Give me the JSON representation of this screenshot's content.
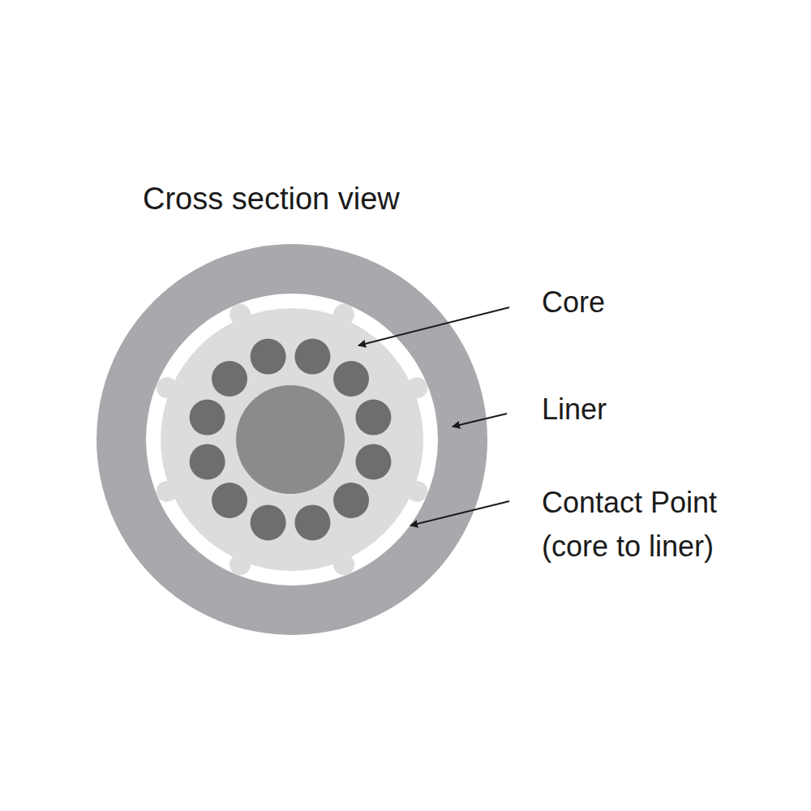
{
  "diagram": {
    "title": "Cross section view",
    "labels": [
      "Core",
      "Liner",
      "Contact Point (core to liner)"
    ]
  }
}
